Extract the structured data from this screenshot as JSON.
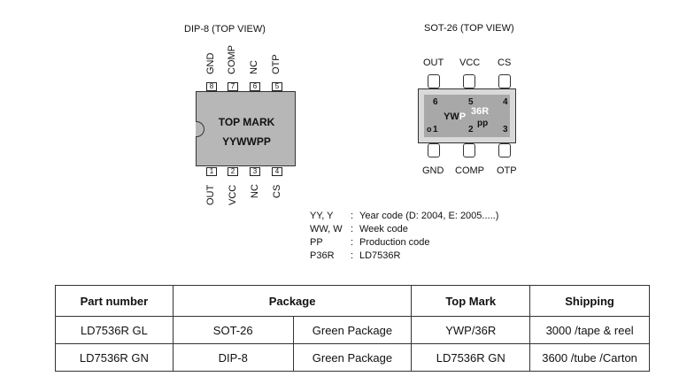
{
  "dip": {
    "title": "DIP-8 (TOP VIEW)",
    "mark_line1": "TOP MARK",
    "mark_line2": "YYWWPP",
    "top_pins": [
      {
        "num": "8",
        "name": "GND"
      },
      {
        "num": "7",
        "name": "COMP"
      },
      {
        "num": "6",
        "name": "NC"
      },
      {
        "num": "5",
        "name": "OTP"
      }
    ],
    "bottom_pins": [
      {
        "num": "1",
        "name": "OUT"
      },
      {
        "num": "2",
        "name": "VCC"
      },
      {
        "num": "3",
        "name": "NC"
      },
      {
        "num": "4",
        "name": "CS"
      }
    ]
  },
  "sot": {
    "title": "SOT-26 (TOP VIEW)",
    "top_labels": [
      "OUT",
      "VCC",
      "CS"
    ],
    "bottom_labels": [
      "GND",
      "COMP",
      "OTP"
    ],
    "top_nums": [
      "6",
      "5",
      "4"
    ],
    "bottom_nums": [
      "1",
      "2",
      "3"
    ],
    "mark_yw": "YW",
    "mark_p": "P",
    "mark_36r": "36R",
    "mark_pp": "pp",
    "dot": "o"
  },
  "legend": [
    {
      "key": "YY, Y",
      "sep": ":",
      "value": "Year code (D: 2004, E: 2005.....)"
    },
    {
      "key": "WW, W",
      "sep": ":",
      "value": "Week code"
    },
    {
      "key": "PP",
      "sep": ":",
      "value": "Production code"
    },
    {
      "key": "P36R",
      "sep": ":",
      "value": "LD7536R"
    }
  ],
  "table": {
    "headers": {
      "part": "Part number",
      "package": "Package",
      "top_mark": "Top Mark",
      "shipping": "Shipping"
    },
    "rows": [
      {
        "part": "LD7536R GL",
        "pkg": "SOT-26",
        "green": "Green Package",
        "mark": "YWP/36R",
        "ship": "3000 /tape & reel"
      },
      {
        "part": "LD7536R GN",
        "pkg": "DIP-8",
        "green": "Green Package",
        "mark": "LD7536R GN",
        "ship": "3600 /tube /Carton"
      }
    ]
  }
}
